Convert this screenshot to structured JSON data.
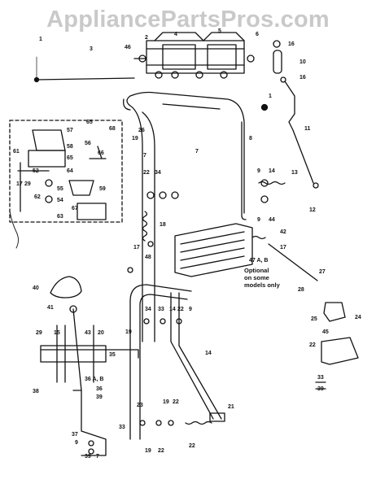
{
  "watermark": "AppliancePartsPros.com",
  "note": {
    "line1": "Optional",
    "line2": "on some",
    "line3": "models only"
  },
  "callouts": {
    "c1": "1",
    "c2": "2",
    "c3": "3",
    "c4": "4",
    "c5": "5",
    "c6": "6",
    "c7": "7",
    "c8": "8",
    "c9": "9",
    "c10": "10",
    "c11": "11",
    "c12": "12",
    "c13": "13",
    "c14": "14",
    "c15": "15",
    "c16": "16",
    "c17": "17",
    "c18": "18",
    "c19": "19",
    "c20": "20",
    "c21": "21",
    "c22": "22",
    "c23": "23",
    "c24": "24",
    "c25": "25",
    "c26": "26",
    "c27": "27",
    "c28": "28",
    "c29": "29",
    "c33": "33",
    "c34": "34",
    "c35": "35",
    "c36": "36",
    "c36ab": "36 A, B",
    "c37": "37",
    "c38": "38",
    "c39": "39",
    "c40": "40",
    "c41": "41",
    "c42": "42",
    "c43": "43",
    "c44": "44",
    "c45": "45",
    "c46": "46",
    "c47ab": "47 A, B",
    "c48": "48",
    "c52": "52",
    "c54": "54",
    "c55": "55",
    "c56": "56",
    "c57": "57",
    "c58": "58",
    "c59": "59",
    "c60": "60",
    "c61": "61",
    "c62": "62",
    "c63": "63",
    "c64": "64",
    "c65": "65",
    "c66": "66",
    "c67": "67",
    "c68": "68"
  },
  "colors": {
    "ink": "#111111",
    "watermark": "#c9c9c9",
    "background": "#ffffff"
  }
}
